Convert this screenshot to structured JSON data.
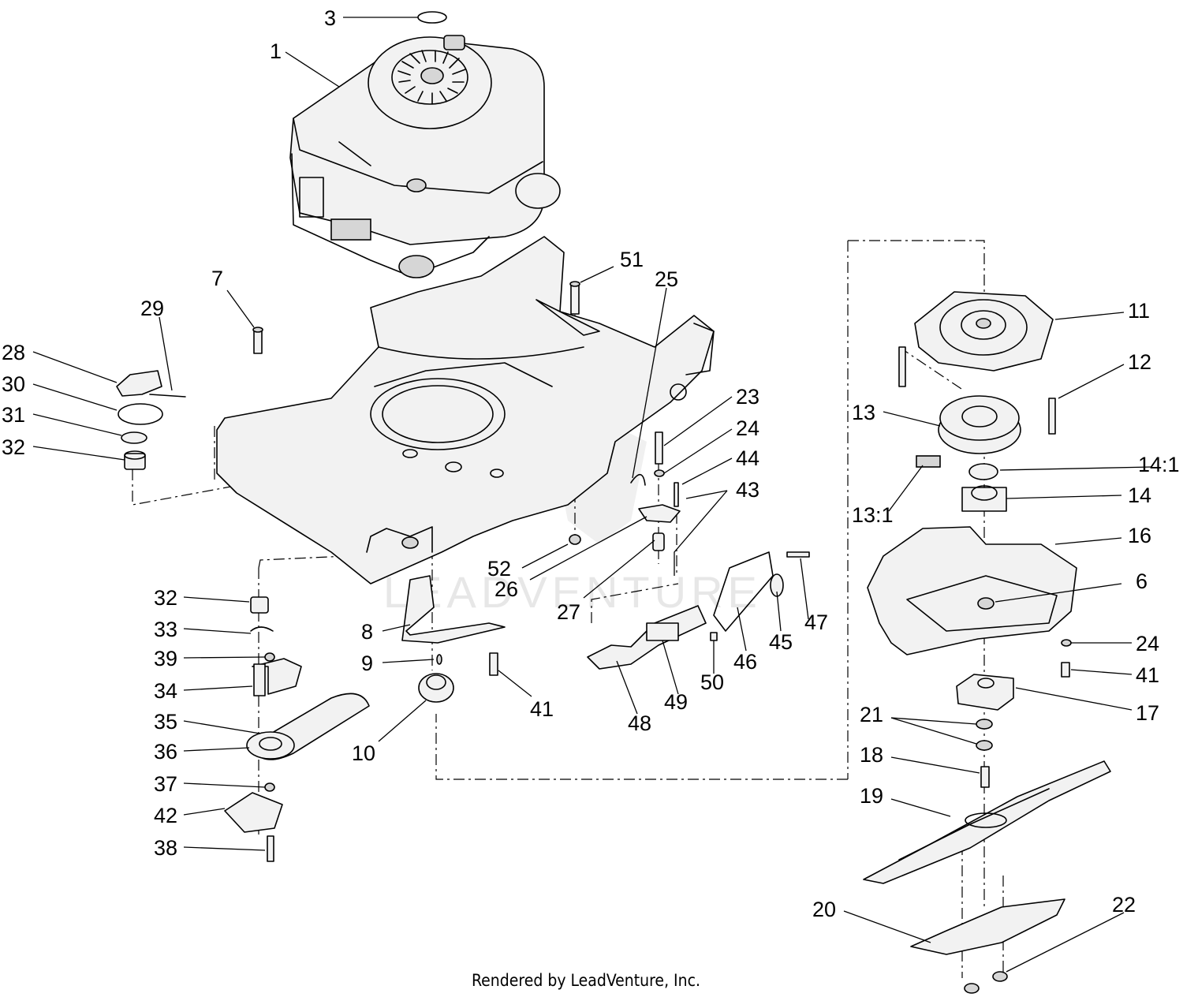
{
  "callouts": [
    {
      "text": "3"
    },
    {
      "text": "1"
    },
    {
      "text": "7"
    },
    {
      "text": "29"
    },
    {
      "text": "28"
    },
    {
      "text": "30"
    },
    {
      "text": "31"
    },
    {
      "text": "32"
    },
    {
      "text": "51"
    },
    {
      "text": "25"
    },
    {
      "text": "23"
    },
    {
      "text": "24"
    },
    {
      "text": "44"
    },
    {
      "text": "43"
    },
    {
      "text": "52"
    },
    {
      "text": "26"
    },
    {
      "text": "27"
    },
    {
      "text": "32"
    },
    {
      "text": "33"
    },
    {
      "text": "39"
    },
    {
      "text": "34"
    },
    {
      "text": "35"
    },
    {
      "text": "36"
    },
    {
      "text": "37"
    },
    {
      "text": "42"
    },
    {
      "text": "38"
    },
    {
      "text": "8"
    },
    {
      "text": "9"
    },
    {
      "text": "41"
    },
    {
      "text": "10"
    },
    {
      "text": "47"
    },
    {
      "text": "45"
    },
    {
      "text": "46"
    },
    {
      "text": "50"
    },
    {
      "text": "49"
    },
    {
      "text": "48"
    },
    {
      "text": "11"
    },
    {
      "text": "12"
    },
    {
      "text": "13"
    },
    {
      "text": "14:1"
    },
    {
      "text": "14"
    },
    {
      "text": "13:1"
    },
    {
      "text": "16"
    },
    {
      "text": "6"
    },
    {
      "text": "24"
    },
    {
      "text": "41"
    },
    {
      "text": "17"
    },
    {
      "text": "21"
    },
    {
      "text": "18"
    },
    {
      "text": "19"
    },
    {
      "text": "20"
    },
    {
      "text": "22"
    }
  ],
  "watermark": "LEADVENTURE",
  "footer": "Rendered by LeadVenture, Inc."
}
